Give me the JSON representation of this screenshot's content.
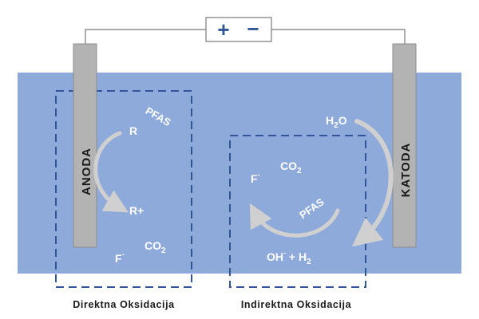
{
  "power_source": {
    "plus": "+",
    "minus": "−"
  },
  "electrodes": {
    "anode": "ANODA",
    "cathode": "KATODA"
  },
  "direct_region": {
    "caption": "Direktna Oksidacija",
    "pfas": "PFAS",
    "r": "R",
    "r_plus": "R+",
    "f_minus": {
      "base": "F",
      "sup": "-"
    },
    "co2": {
      "base": "CO",
      "sub": "2"
    }
  },
  "indirect_region": {
    "caption": "Indirektna Oksidacija",
    "h2o": {
      "base": "H",
      "sub": "2",
      "tail": "O"
    },
    "f_minus": {
      "base": "F",
      "sup": "-"
    },
    "co2": {
      "base": "CO",
      "sub": "2"
    },
    "pfas": "PFAS",
    "oh_h2": {
      "base": "OH",
      "sup": "-",
      "mid": " + H",
      "sub": "2"
    }
  },
  "colors": {
    "electrolyte": "#8eaadb",
    "electrode": "#b3b3b3",
    "dashed_box": "#2f5597",
    "arrow": "#d0d0d0",
    "symbol": "#2f5597"
  }
}
